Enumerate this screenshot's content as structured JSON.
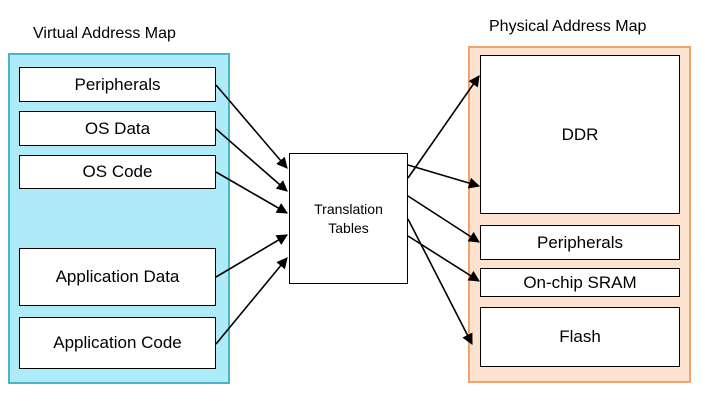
{
  "virtual_map": {
    "title": "Virtual Address Map",
    "regions": [
      "Peripherals",
      "OS Data",
      "OS Code",
      "Application Data",
      "Application Code"
    ]
  },
  "translation_tables": {
    "line1": "Translation",
    "line2": "Tables"
  },
  "physical_map": {
    "title": "Physical Address Map",
    "regions": [
      "DDR",
      "Peripherals",
      "On-chip SRAM",
      "Flash"
    ]
  },
  "colors": {
    "virtual_fill": "#aeebf8",
    "virtual_border": "#4cb4c4",
    "physical_fill": "#fde3cf",
    "physical_border": "#f2a36c",
    "box_fill": "#ffffff",
    "arrow": "#000000"
  }
}
